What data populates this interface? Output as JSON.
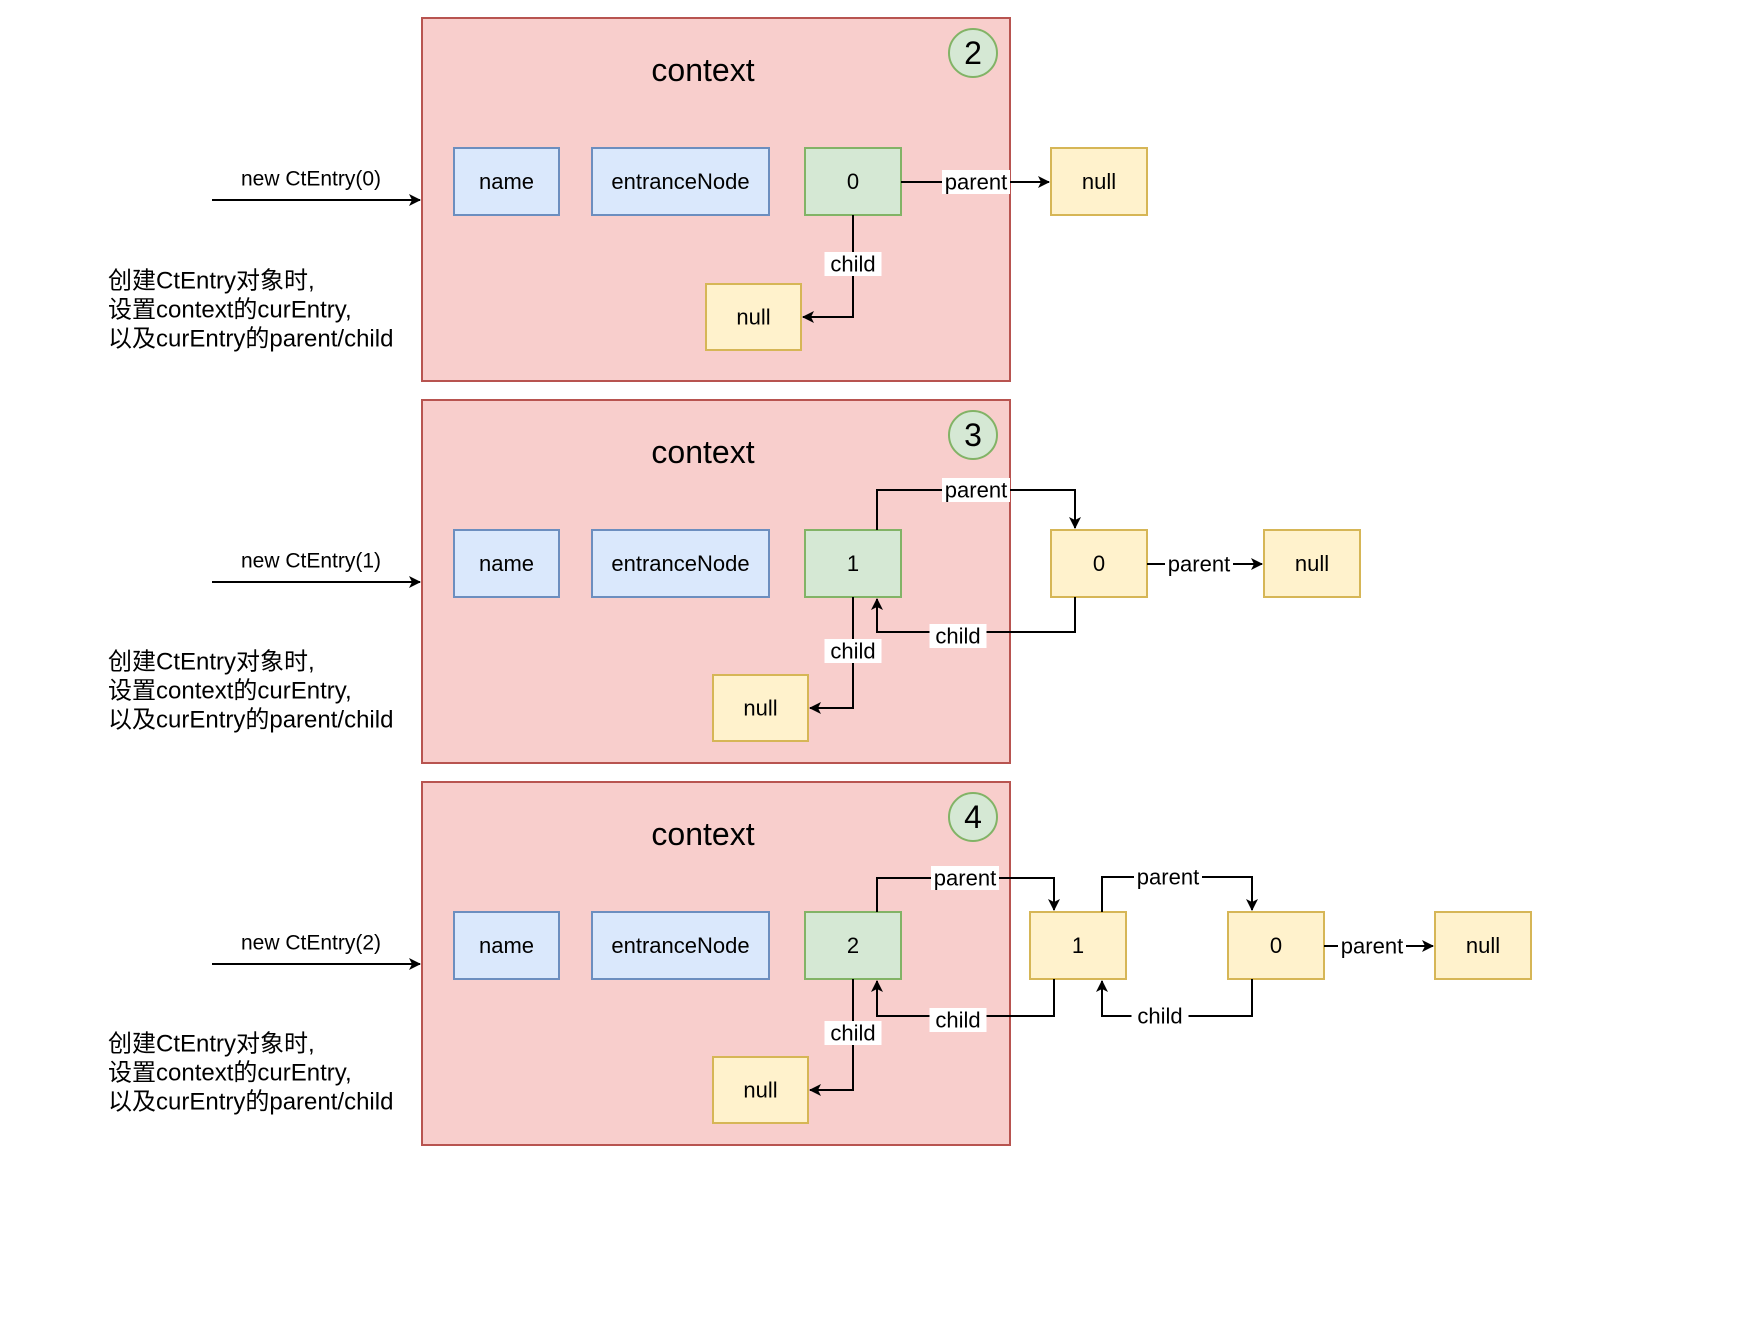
{
  "diagram": {
    "colors": {
      "panel_fill": "#f8cecc",
      "panel_stroke": "#b85450",
      "blue_fill": "#dae8fc",
      "blue_stroke": "#6c8ebf",
      "green_fill": "#d5e8d4",
      "green_stroke": "#82b366",
      "yellow_fill": "#fff2cc",
      "yellow_stroke": "#d6b656",
      "line": "#000000"
    },
    "panels": [
      {
        "step": "2",
        "title": "context",
        "call": "new CtEntry(0)",
        "note": [
          "创建CtEntry对象时,",
          "设置context的curEntry,",
          "以及curEntry的parent/child"
        ],
        "fields": [
          "name",
          "entranceNode"
        ],
        "current": "0",
        "parent_chain": [
          "null"
        ],
        "child": "null",
        "edge_labels": {
          "parent": "parent",
          "child": "child"
        }
      },
      {
        "step": "3",
        "title": "context",
        "call": "new CtEntry(1)",
        "note": [
          "创建CtEntry对象时,",
          "设置context的curEntry,",
          "以及curEntry的parent/child"
        ],
        "fields": [
          "name",
          "entranceNode"
        ],
        "current": "1",
        "parent_chain": [
          "0",
          "null"
        ],
        "child": "null",
        "edge_labels": {
          "parent": "parent",
          "child": "child"
        }
      },
      {
        "step": "4",
        "title": "context",
        "call": "new CtEntry(2)",
        "note": [
          "创建CtEntry对象时,",
          "设置context的curEntry,",
          "以及curEntry的parent/child"
        ],
        "fields": [
          "name",
          "entranceNode"
        ],
        "current": "2",
        "parent_chain": [
          "1",
          "0",
          "null"
        ],
        "child": "null",
        "edge_labels": {
          "parent": "parent",
          "child": "child"
        }
      }
    ]
  }
}
